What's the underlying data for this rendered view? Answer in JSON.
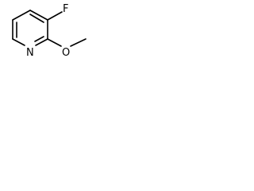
{
  "molecule": {
    "atoms": {
      "fluorine": "F",
      "nitrogen": "N",
      "oxygen": "O"
    },
    "colors": {
      "bond": "#000000",
      "label": "#000000",
      "background": "#ffffff"
    }
  }
}
